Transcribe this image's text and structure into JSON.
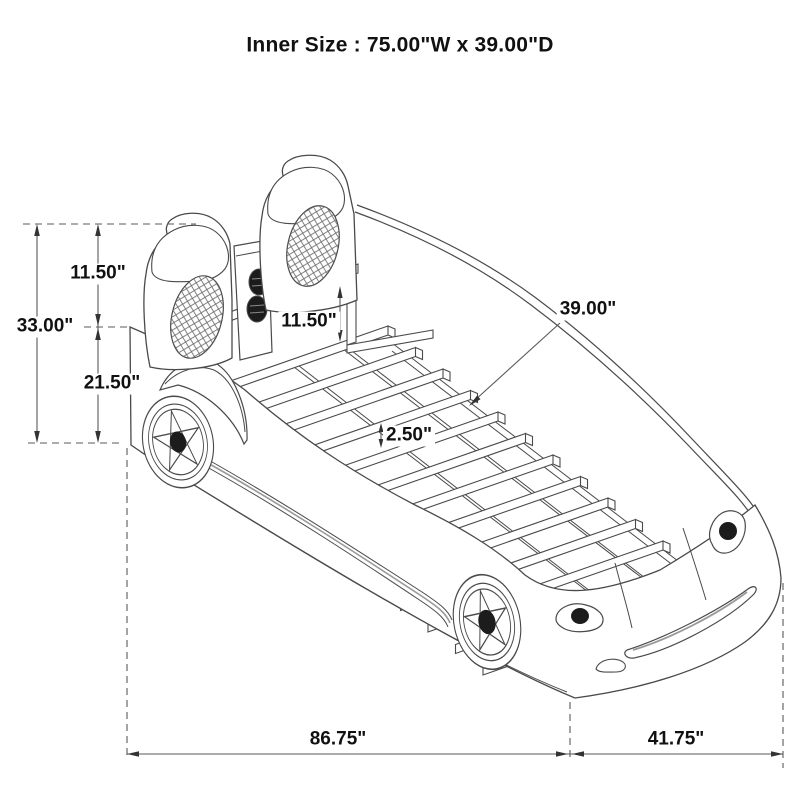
{
  "title": "Inner Size : 75.00\"W x 39.00\"D",
  "diagram_type": "car bed dimension drawing",
  "dimensions": {
    "total_height": "33.00\"",
    "headboard_top_section": "11.50\"",
    "base_section_height": "21.50\"",
    "inner_rail_height": "11.50\"",
    "slat_length": "39.00\"",
    "slat_thickness": "2.50\"",
    "overall_length": "86.75\"",
    "front_overhang": "41.75\""
  },
  "colors": {
    "line": "#4a4a4a",
    "dashed_line": "#5a5a5a",
    "text": "#111111",
    "dark_fill": "#1c1c1c",
    "hatch": "#6a6a6a",
    "background": "#ffffff"
  }
}
